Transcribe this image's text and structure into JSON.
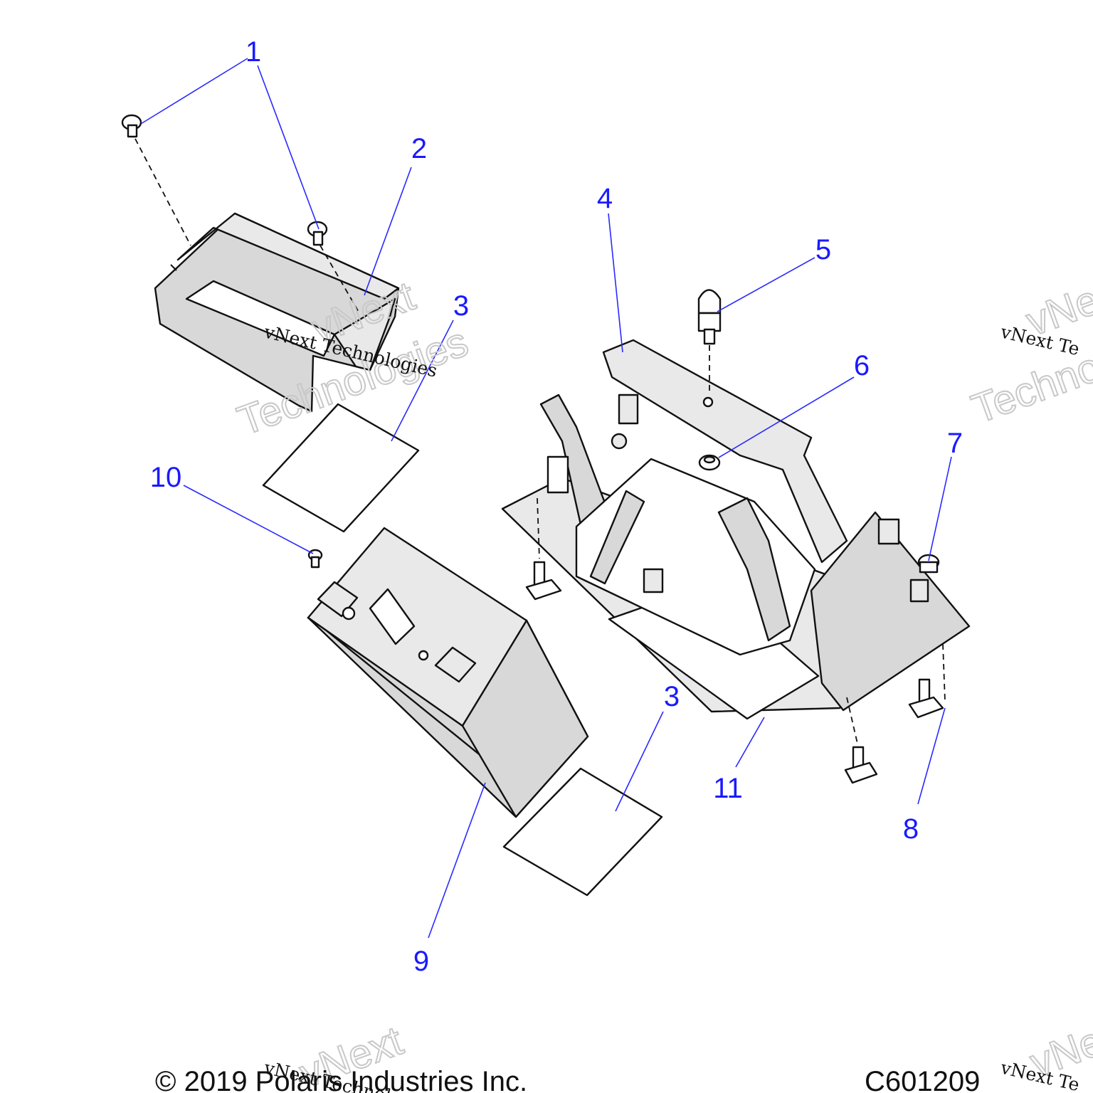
{
  "callouts": {
    "c1": "1",
    "c2": "2",
    "c3a": "3",
    "c3b": "3",
    "c4": "4",
    "c5": "5",
    "c6": "6",
    "c7": "7",
    "c8": "8",
    "c9": "9",
    "c10": "10",
    "c11": "11"
  },
  "watermarks": {
    "serif": "vNext Technologies",
    "serif_partial": "vNext Te",
    "outline_top": "vNext",
    "outline_bottom": "Technologies",
    "outline_partial_top": "vNe",
    "outline_partial_bottom": "Techno",
    "outline_partial_corner": "vNe"
  },
  "footer": {
    "copyright": "© 2019 Polaris Industries Inc.",
    "drawing_id": "C601209"
  },
  "colors": {
    "callout": "#1a1aff",
    "line": "#111111",
    "part_fill": "#d8d8d8"
  }
}
